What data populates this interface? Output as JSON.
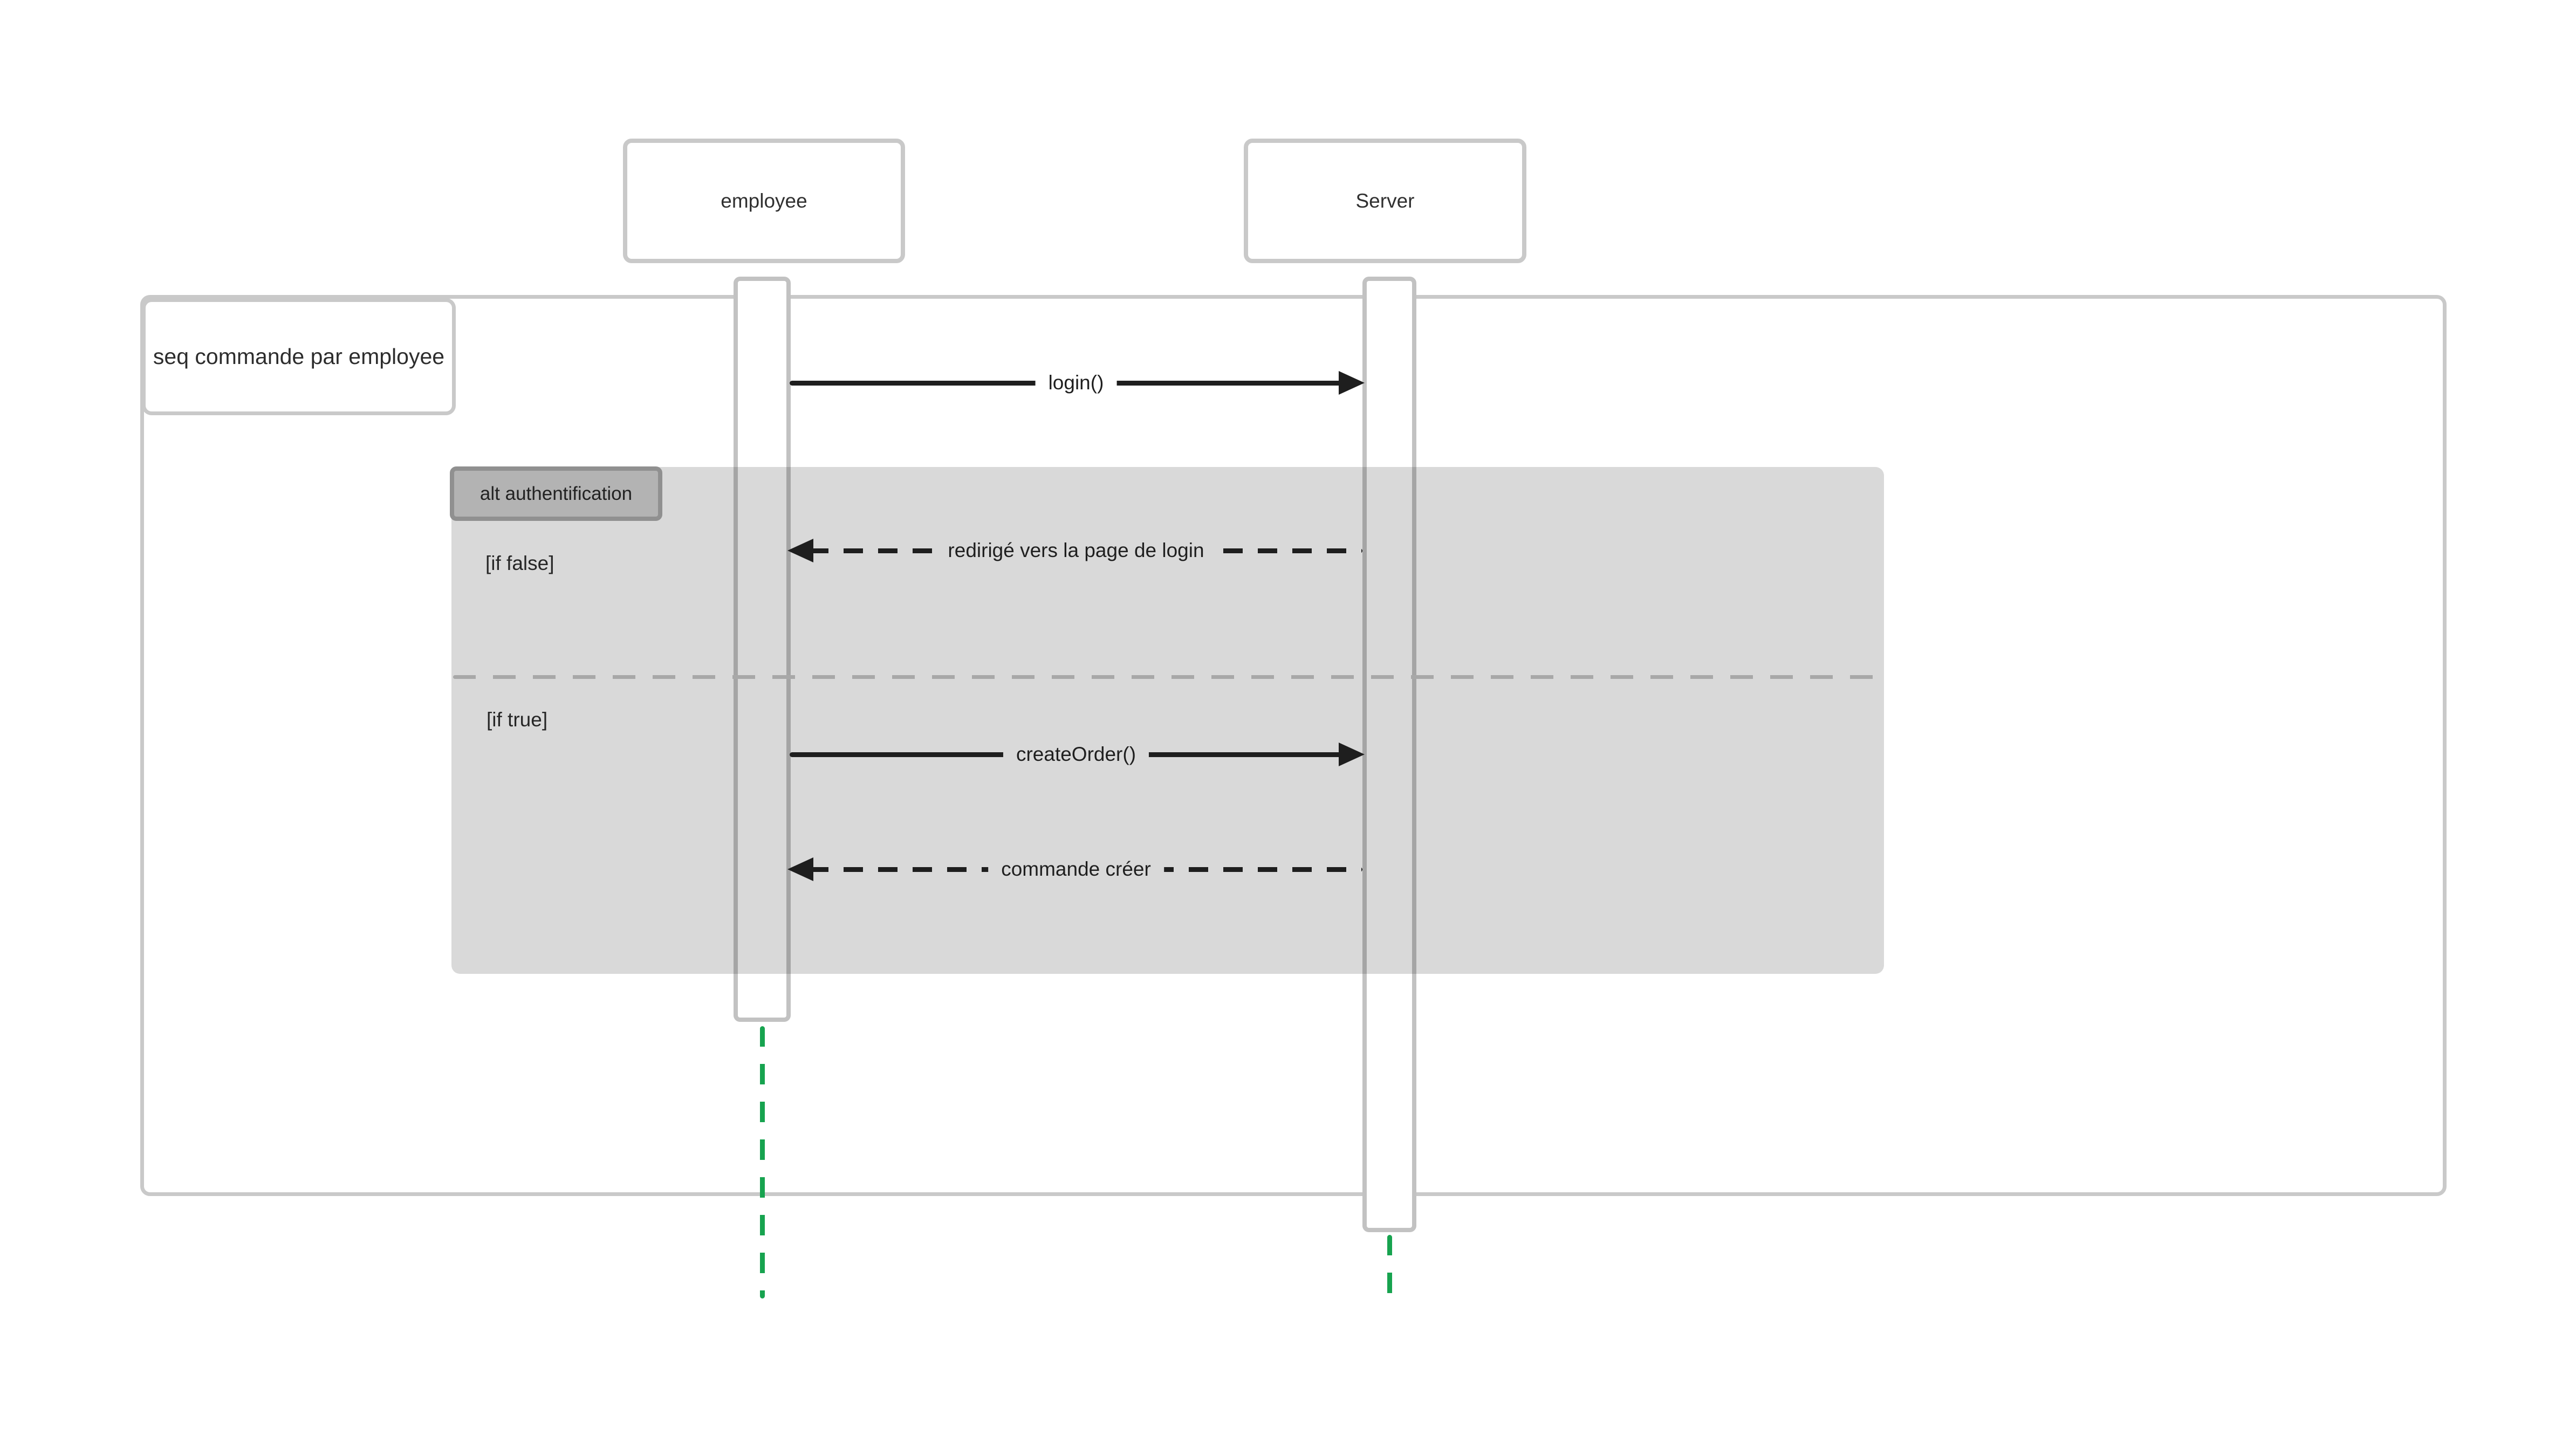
{
  "diagram": {
    "type": "uml-sequence",
    "actors": [
      {
        "label": "employee"
      },
      {
        "label": "Server"
      }
    ],
    "frame": {
      "label": "seq commande par employee"
    },
    "fragment": {
      "label": "alt authentification",
      "branches": [
        {
          "guard": "[if false]"
        },
        {
          "guard": "[if true]"
        }
      ]
    },
    "messages": [
      {
        "label": "login()",
        "from": "employee",
        "to": "Server",
        "line": "solid",
        "direction": "right"
      },
      {
        "label": "redirigé vers la page de login",
        "from": "Server",
        "to": "employee",
        "line": "dashed",
        "direction": "left"
      },
      {
        "label": "createOrder()",
        "from": "employee",
        "to": "Server",
        "line": "solid",
        "direction": "right"
      },
      {
        "label": "commande créer",
        "from": "Server",
        "to": "employee",
        "line": "dashed",
        "direction": "left"
      }
    ]
  },
  "theme": {
    "frame_border": "#c9c9c9",
    "actor_border": "#c9c9c9",
    "activation_bar_border": "#c2c2c2",
    "fragment_fill": "#d9d9d9",
    "badge_fill": "#b3b3b3",
    "badge_border": "#909090",
    "divider_gray": "#a8a8a8",
    "arrow_black": "#1e1e1e",
    "text_dark": "#2a2a2a",
    "lifeline_green": "#17a34f",
    "background": "#ffffff"
  }
}
